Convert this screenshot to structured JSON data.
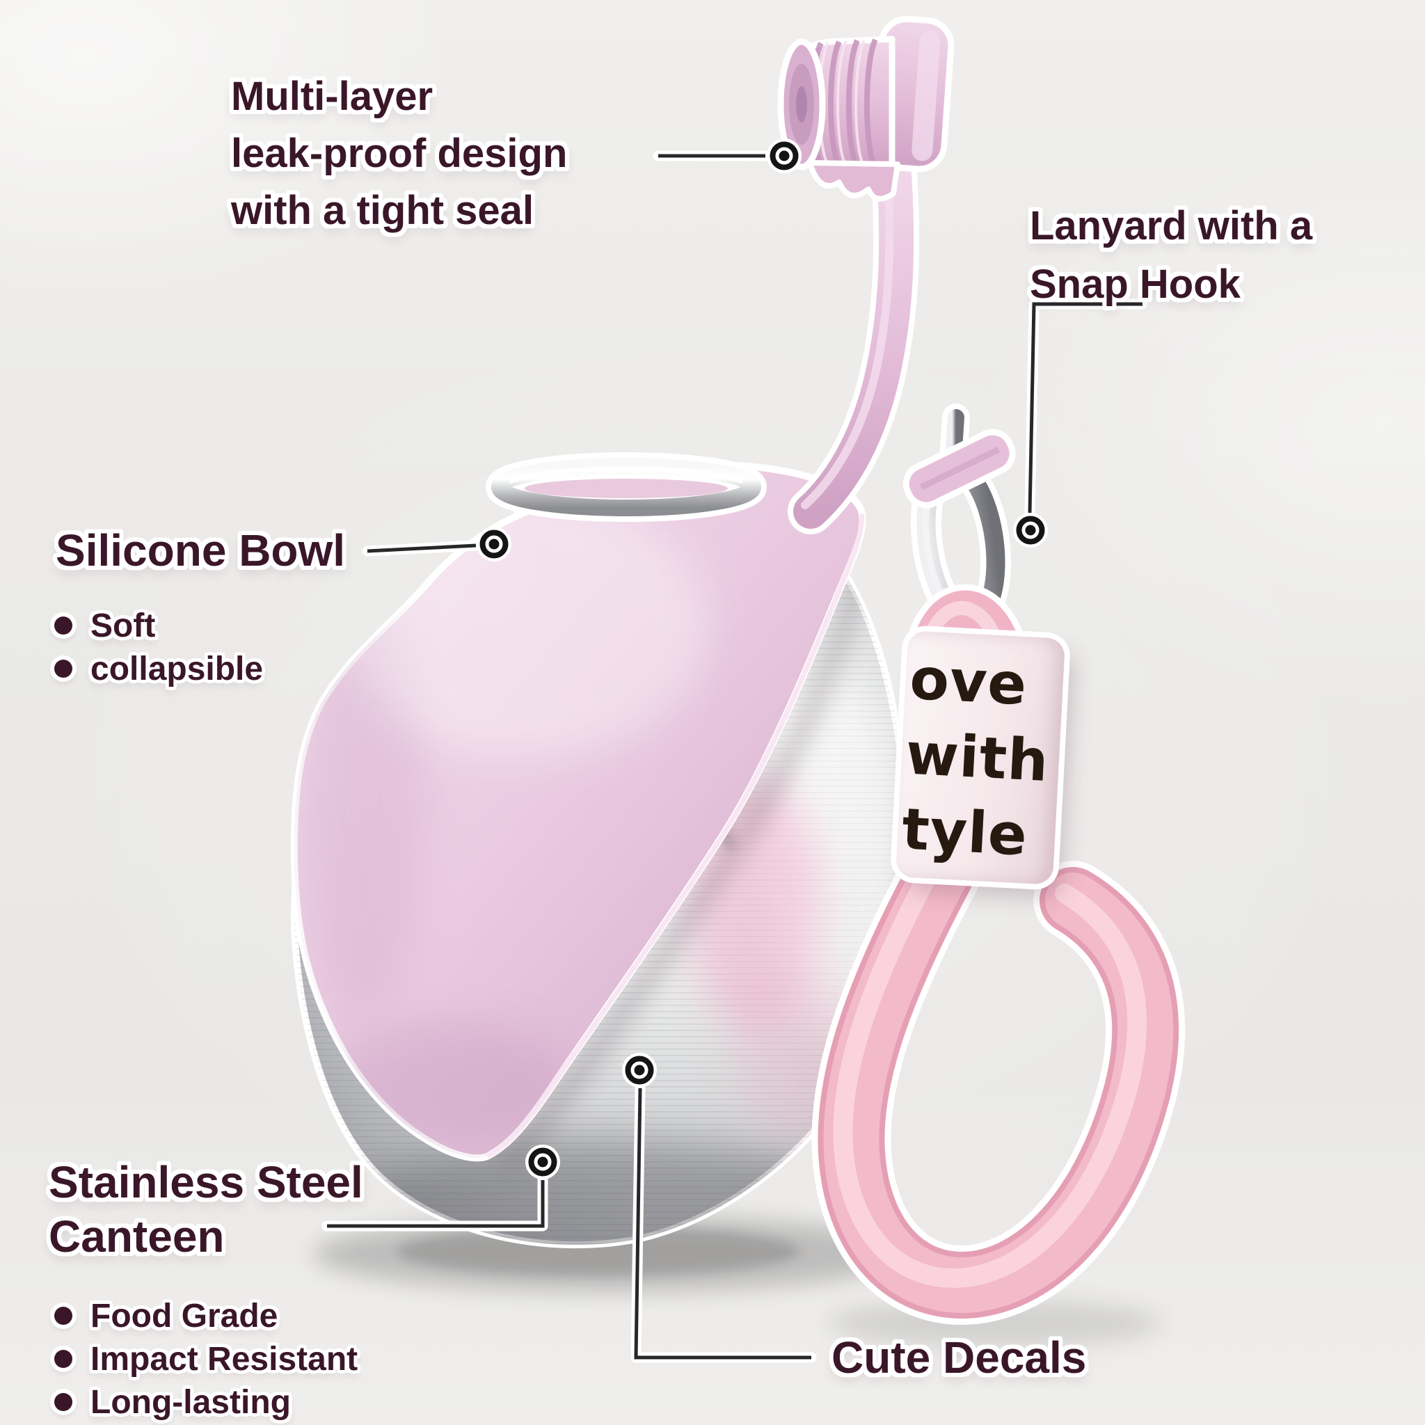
{
  "colors": {
    "background": "#ECEBE9",
    "label_text": "#3A1728",
    "callout_line": "#27272A",
    "silicone_pink": "#EBCDE2",
    "rope_pink": "#F3BAC9",
    "steel_gray": "#C9CACD",
    "tag_text": "#26190F"
  },
  "callouts": {
    "leak_proof": {
      "lines": [
        "Multi-layer",
        "leak-proof design",
        "with a tight seal"
      ]
    },
    "lanyard": {
      "lines": [
        "Lanyard with a",
        "Snap Hook"
      ]
    },
    "silicone_bowl": {
      "title": "Silicone Bowl",
      "bullets": [
        "Soft",
        "collapsible"
      ]
    },
    "canteen": {
      "title_lines": [
        "Stainless Steel",
        "Canteen"
      ],
      "bullets": [
        "Food Grade",
        "Impact Resistant",
        "Long-lasting"
      ]
    },
    "decals": {
      "title": "Cute Decals"
    }
  },
  "rope_tag": {
    "lines": [
      "ove",
      "with",
      "tyle"
    ]
  }
}
